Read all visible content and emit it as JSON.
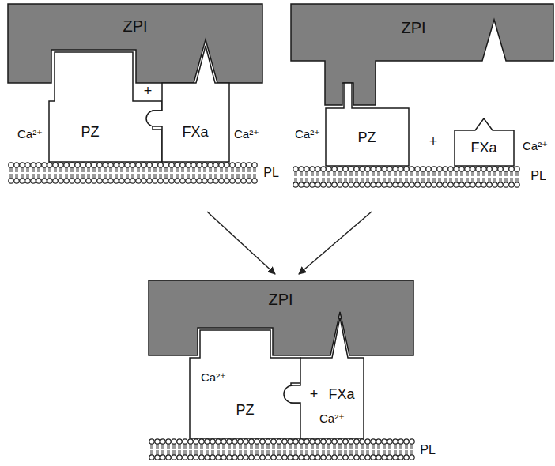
{
  "diagram": {
    "nodes": [
      {
        "text": [
          "ZPI"
        ]
      },
      {
        "text": [
          "PZ"
        ]
      },
      {
        "text": [
          "FXa"
        ]
      },
      {
        "text": [
          "ZPI"
        ]
      },
      {
        "text": [
          "PZ"
        ]
      },
      {
        "text": [
          "FXa"
        ]
      },
      {
        "text": [
          "ZPI"
        ]
      },
      {
        "text": [
          "PZ"
        ]
      },
      {
        "text": [
          "FXa"
        ]
      }
    ],
    "labels": [
      "Ca²⁺",
      "+",
      "Ca²⁺",
      "PL",
      "Ca²⁺",
      "+",
      "Ca²⁺",
      "PL",
      "Ca²⁺",
      "+",
      "Ca²⁺",
      "PL"
    ]
  }
}
